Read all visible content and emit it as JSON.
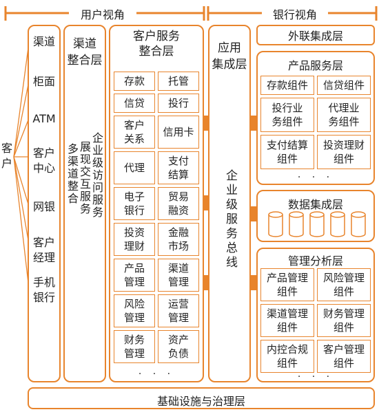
{
  "top": {
    "user_view": "用户视角",
    "bank_view": "银行视角"
  },
  "customer": {
    "label": "客户",
    "channels": [
      "渠道",
      "柜面",
      "ATM",
      "客户\n中心",
      "网银",
      "客户\n经理",
      "手机\n银行"
    ]
  },
  "channel_integration": {
    "title": "渠道\n整合层",
    "col1": "企业级访问服务",
    "col2": "展现交互服务",
    "col3": "多渠道整合"
  },
  "service_layer": {
    "title": "客户服务\n整合层",
    "cells": [
      [
        "存款",
        "托管"
      ],
      [
        "信贷",
        "投行"
      ],
      [
        "客户\n关系",
        "信用卡"
      ],
      [
        "代理",
        "支付\n结算"
      ],
      [
        "电子\n银行",
        "贸易\n融资"
      ],
      [
        "投资\n理财",
        "金融\n市场"
      ],
      [
        "产品\n管理",
        "渠道\n管理"
      ],
      [
        "风险\n管理",
        "运营\n管理"
      ],
      [
        "财务\n管理",
        "资产\n负债"
      ]
    ],
    "ellipsis": "· · ·"
  },
  "app_integration": {
    "title": "应用\n集成层",
    "esb": "企业级服务总线"
  },
  "external": "外联集成层",
  "product_layer": {
    "title": "产品服务层",
    "cells": [
      [
        "存款组件",
        "信贷组件"
      ],
      [
        "投行业\n务组件",
        "代理业\n务组件"
      ],
      [
        "支付结算\n组件",
        "投资理财\n组件"
      ]
    ],
    "ellipsis": "· · ·"
  },
  "data_layer": {
    "title": "数据集成层",
    "db_count": 5
  },
  "mgmt_layer": {
    "title": "管理分析层",
    "cells": [
      [
        "产品管理\n组件",
        "风险管理\n组件"
      ],
      [
        "渠道管理\n组件",
        "财务管理\n组件"
      ],
      [
        "内控合规\n组件",
        "客户管理\n组件"
      ]
    ],
    "ellipsis": "· · ·"
  },
  "foundation": "基础设施与治理层",
  "colors": {
    "accent": "#e8842c"
  }
}
